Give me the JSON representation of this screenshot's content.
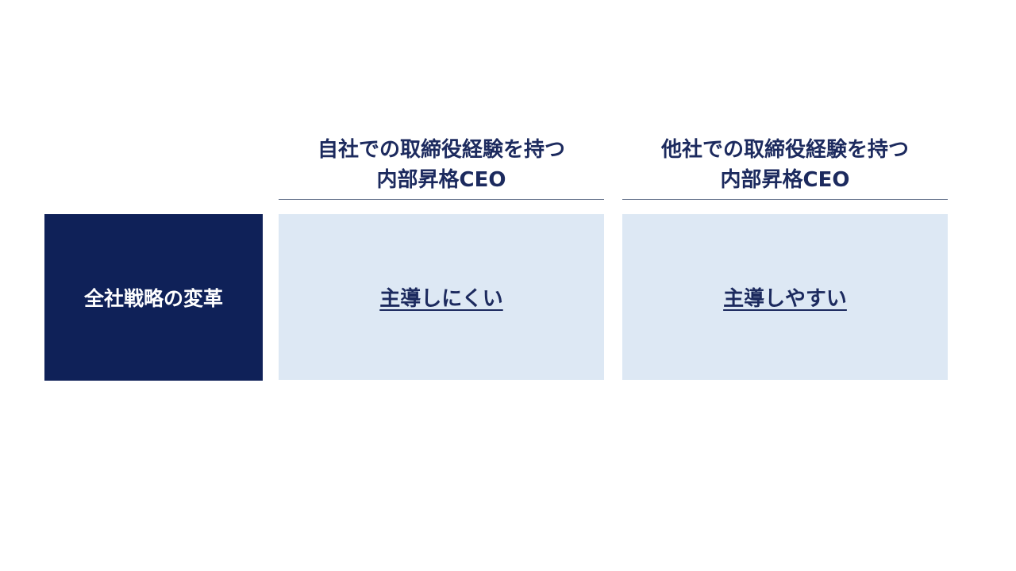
{
  "columns": [
    {
      "header_line1": "自社での取締役経験を持つ",
      "header_line2": "内部昇格CEO"
    },
    {
      "header_line1": "他社での取締役経験を持つ",
      "header_line2": "内部昇格CEO"
    }
  ],
  "row": {
    "label": "全社戦略の変革",
    "cells": [
      "主導しにくい",
      "主導しやすい"
    ]
  },
  "colors": {
    "navy": "#0f2158",
    "heading_text": "#1c2a5e",
    "cell_bg": "#dde8f4",
    "rule": "#6b7891"
  }
}
